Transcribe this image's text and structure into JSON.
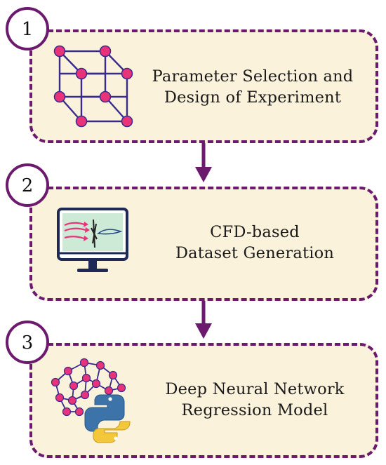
{
  "steps": [
    {
      "number": "1",
      "title_lines": [
        "Parameter Selection and",
        "Design of Experiment"
      ],
      "icon": "cube-lattice-icon"
    },
    {
      "number": "2",
      "title_lines": [
        "CFD-based",
        "Dataset Generation"
      ],
      "icon": "monitor-cfd-icon"
    },
    {
      "number": "3",
      "title_lines": [
        "Deep Neural Network",
        "Regression Model"
      ],
      "icon": "neural-brain-python-icon"
    }
  ],
  "colors": {
    "border": "#6b1a6e",
    "box_fill": "#fbf2dc",
    "node_fill": "#e8337a",
    "python_blue": "#3c73a8",
    "python_yellow": "#f2c83a"
  }
}
